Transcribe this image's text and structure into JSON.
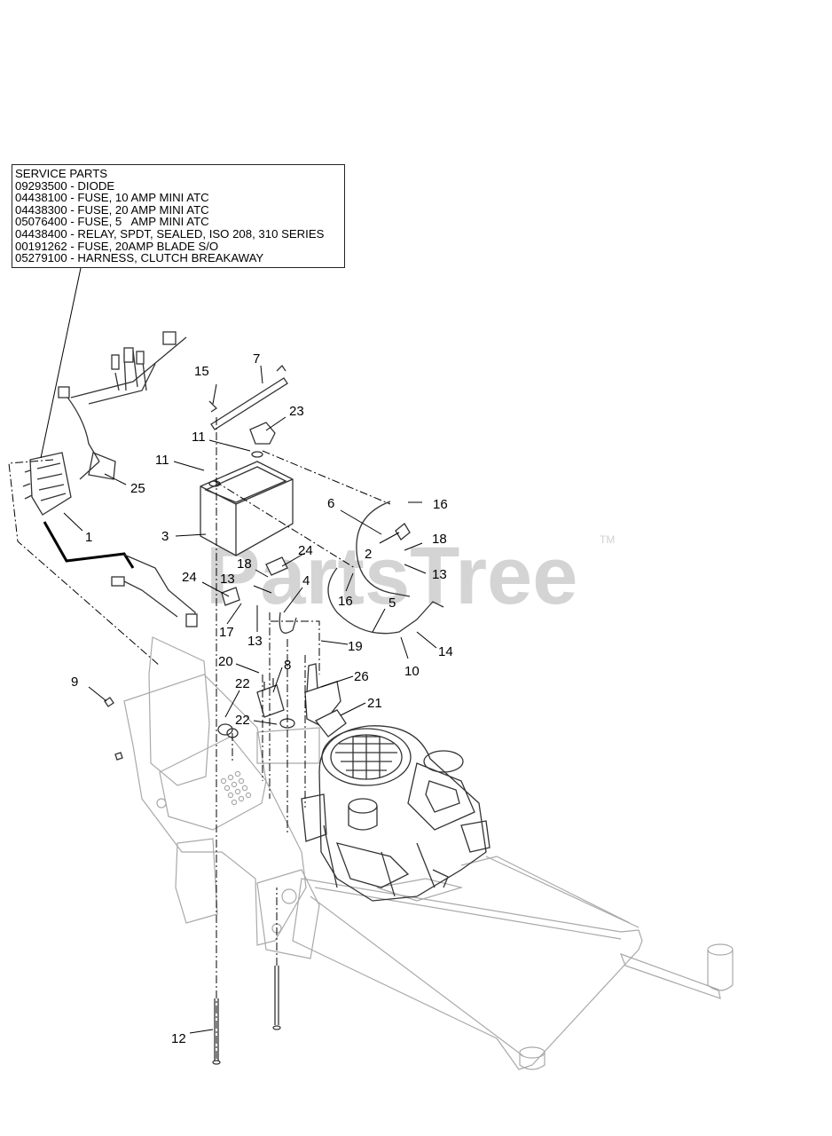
{
  "service_parts": {
    "heading": "SERVICE PARTS",
    "lines": [
      "09293500 - DIODE",
      "04438100 - FUSE, 10 AMP MINI ATC",
      "04438300 - FUSE, 20 AMP MINI ATC",
      "05076400 - FUSE, 5   AMP MINI ATC",
      "04438400 - RELAY, SPDT, SEALED, ISO 208, 310 SERIES",
      "00191262 - FUSE, 20AMP BLADE S/O",
      "05279100 - HARNESS, CLUTCH BREAKAWAY"
    ]
  },
  "watermark": {
    "text": "PartsTree",
    "tm": "TM"
  },
  "callouts": {
    "c1": "1",
    "c2": "2",
    "c3": "3",
    "c4": "4",
    "c5": "5",
    "c6": "6",
    "c7": "7",
    "c8": "8",
    "c9": "9",
    "c10": "10",
    "c11a": "11",
    "c11b": "11",
    "c12": "12",
    "c13a": "13",
    "c13b": "13",
    "c13c": "13",
    "c14": "14",
    "c15": "15",
    "c16a": "16",
    "c16b": "16",
    "c17": "17",
    "c18a": "18",
    "c18b": "18",
    "c19": "19",
    "c20": "20",
    "c21": "21",
    "c22a": "22",
    "c22b": "22",
    "c23": "23",
    "c24a": "24",
    "c24b": "24",
    "c25": "25",
    "c26": "26"
  }
}
